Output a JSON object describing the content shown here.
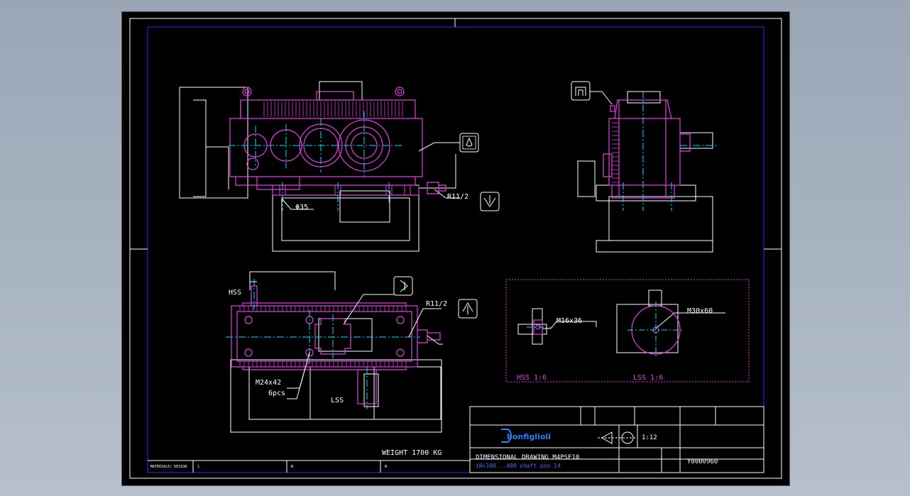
{
  "colors": {
    "background": "#000000",
    "frame": "#ffffff",
    "border": "#2020ff",
    "geometry": "#e040e0",
    "centerline": "#00e0ff"
  },
  "labels": {
    "dia35": "Φ35",
    "r_top": "R11/2",
    "hss": "HSS",
    "r_plan": "R11/2",
    "m24": "M24x42",
    "pcs": "6pcs",
    "lss": "LSS",
    "weight": "WEIGHT 1700 KG",
    "m16": "M16x36",
    "m30": "M30x60",
    "hss_detail": "HSS 1:6",
    "lss_detail": "LSS 1:6"
  },
  "titleblock": {
    "company": "bonfiglioli",
    "drawing_title": "DIMENSIONAL DRAWING M4PSF10",
    "ratio": "iN=100...400",
    "shaft": "shaft pos.14",
    "scale": "1:12",
    "drawing_number": "Y0000960",
    "material_label": "MATERIALE/ DESIGN",
    "r1": "1",
    "r2": "N",
    "r3": "N"
  }
}
